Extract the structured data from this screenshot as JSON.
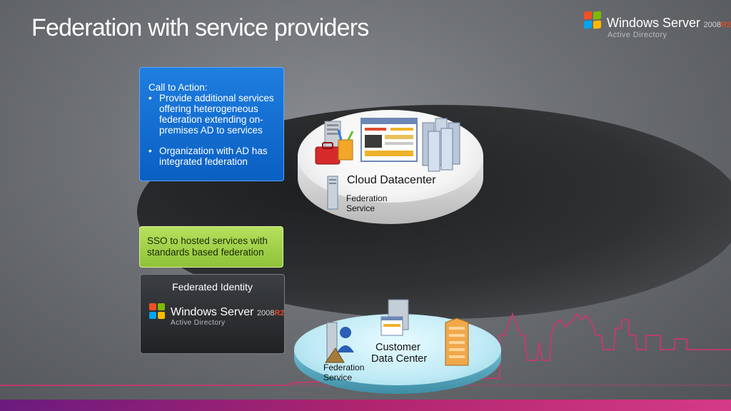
{
  "slide": {
    "title": "Federation with service providers"
  },
  "brand_logo": {
    "name": "Windows Server",
    "year": "2008",
    "edition": "R2",
    "subtitle": "Active Directory",
    "icon": "windows-flag-icon"
  },
  "call_to_action": {
    "heading": "Call to Action:",
    "items": [
      "Provide additional services offering heterogeneous federation extending on-premises AD to services",
      "Organization with AD has integrated federation"
    ],
    "bullet": "•"
  },
  "sso_box": {
    "text": "SSO to hosted services  with standards based federation"
  },
  "federated_identity": {
    "heading": "Federated Identity",
    "logo": {
      "name": "Windows Server",
      "year": "2008",
      "edition": "R2",
      "subtitle": "Active Directory"
    }
  },
  "cloud_datacenter": {
    "label": "Cloud Datacenter",
    "service_label": "Federation Service",
    "icons": [
      "server-tower-icon",
      "toolbox-icon",
      "web-page-icon",
      "server-rack-icon"
    ]
  },
  "customer_datacenter": {
    "label_line1": "Customer",
    "label_line2": "Data Center",
    "service_label_line1": "Federation",
    "service_label_line2": "Service",
    "icons": [
      "user-server-icon",
      "server-web-icon",
      "building-icon"
    ]
  },
  "colors": {
    "cta_blue": "#0a6ad6",
    "sso_green": "#a5d64a",
    "bottom_bar": "#c02a7a",
    "skyline": "#d8326d"
  }
}
